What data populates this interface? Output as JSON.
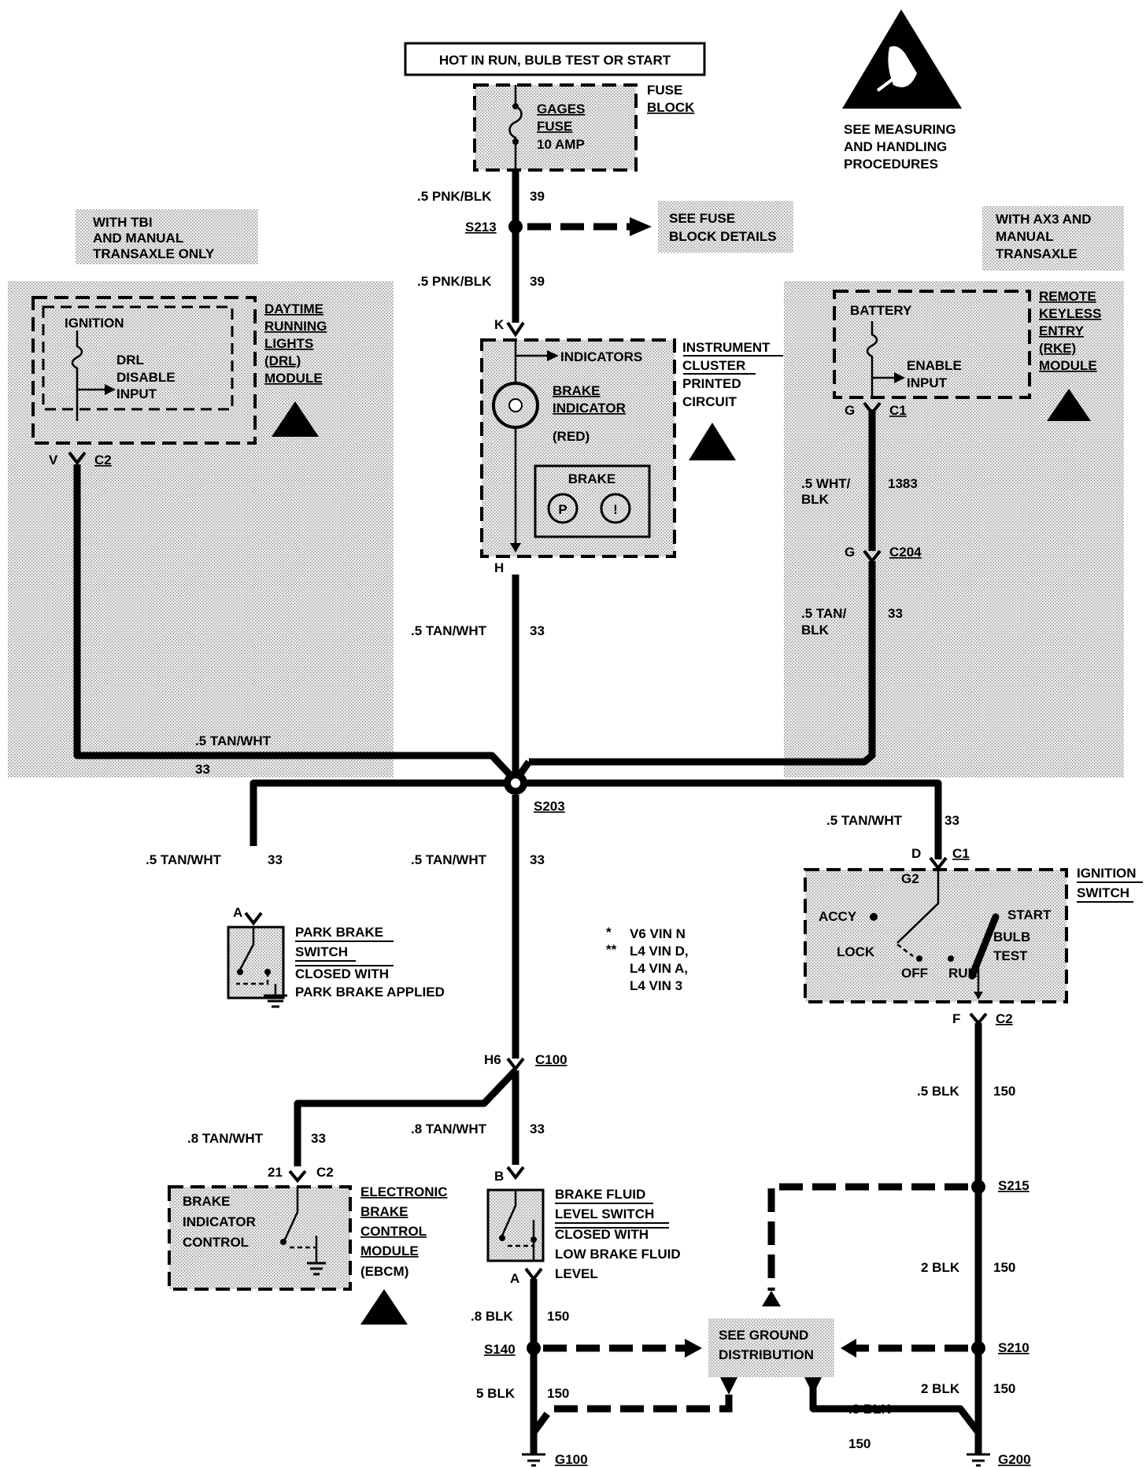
{
  "top_label": "HOT IN RUN, BULB TEST OR START",
  "fuse": {
    "name": "GAGES",
    "word": "FUSE",
    "rating": "10 AMP",
    "block1": "FUSE",
    "block2": "BLOCK"
  },
  "esd_note": [
    "SEE MEASURING",
    "AND HANDLING",
    "PROCEDURES"
  ],
  "notes": {
    "tbi": [
      "WITH TBI",
      "AND MANUAL",
      "TRANSAXLE ONLY"
    ],
    "ax3": [
      "WITH AX3 AND",
      "MANUAL",
      "TRANSAXLE"
    ],
    "fuse_details": [
      "SEE FUSE",
      "BLOCK DETAILS"
    ],
    "ground": [
      "SEE GROUND",
      "DISTRIBUTION"
    ],
    "legend": [
      "V6 VIN N",
      "L4 VIN D,",
      "L4 VIN A,",
      "L4 VIN 3"
    ]
  },
  "drl": {
    "title": [
      "DAYTIME",
      "RUNNING",
      "LIGHTS",
      "(DRL)",
      "MODULE"
    ],
    "ignition": "IGNITION",
    "input": [
      "DRL",
      "DISABLE",
      "INPUT"
    ],
    "pin": "V",
    "conn": "C2"
  },
  "rke": {
    "title": [
      "REMOTE",
      "KEYLESS",
      "ENTRY",
      "(RKE)",
      "MODULE"
    ],
    "battery": "BATTERY",
    "input": [
      "ENABLE",
      "INPUT"
    ],
    "pin": "G",
    "conn": "C1"
  },
  "cluster": {
    "title": [
      "INSTRUMENT",
      "CLUSTER",
      "PRINTED",
      "CIRCUIT"
    ],
    "indicators": "INDICATORS",
    "brake_ind": [
      "BRAKE",
      "INDICATOR",
      "(RED)"
    ],
    "brake_lamp": "BRAKE",
    "p": "P",
    "i": "!",
    "pin_top": "K",
    "pin_bot": "H"
  },
  "wires": {
    "w1": {
      "gauge": ".5 PNK/BLK",
      "circuit": "39"
    },
    "w2": {
      "gauge": ".5 PNK/BLK",
      "circuit": "39"
    },
    "w3": {
      "gauge": ".5 TAN/WHT",
      "circuit": "33"
    },
    "w4": {
      "gauge": ".5 WHT/",
      "gauge2": "BLK",
      "circuit": "1383"
    },
    "w5": {
      "gauge": ".5 TAN/",
      "gauge2": "BLK",
      "circuit": "33"
    },
    "w6": {
      "gauge": ".5 TAN/WHT",
      "circuit": "33"
    },
    "w7": {
      "gauge": ".5 TAN/WHT",
      "circuit": "33"
    },
    "w8": {
      "gauge": ".5 TAN/WHT",
      "circuit": "33"
    },
    "w9": {
      "gauge": ".5 TAN/WHT",
      "circuit": "33"
    },
    "w10": {
      "gauge": ".8 TAN/WHT",
      "circuit": "33"
    },
    "w11": {
      "gauge": ".8 TAN/WHT",
      "circuit": "33"
    },
    "w12": {
      "gauge": ".5 BLK",
      "circuit": "150"
    },
    "w13": {
      "gauge": "2 BLK",
      "circuit": "150"
    },
    "w14": {
      "gauge": ".8 BLK",
      "circuit": "150"
    },
    "w15": {
      "gauge": "5 BLK",
      "circuit": "150"
    },
    "w16": {
      "gauge": "2 BLK",
      "circuit": "150"
    },
    "w17": {
      "gauge": ".8 BLK",
      "circuit": "150"
    }
  },
  "splices": {
    "s213": "S213",
    "s203": "S203",
    "s140": "S140",
    "s210": "S210",
    "s215": "S215"
  },
  "connectors": {
    "c204": "C204",
    "c204pin": "G",
    "c100": "C100",
    "c100pin": "H6"
  },
  "grounds": {
    "g100": "G100",
    "g200": "G200"
  },
  "park": {
    "title": [
      "PARK BRAKE",
      "SWITCH"
    ],
    "desc": [
      "CLOSED WITH",
      "PARK BRAKE APPLIED"
    ],
    "pin": "A"
  },
  "ign": {
    "title": [
      "IGNITION",
      "SWITCH"
    ],
    "pin_d": "D",
    "conn_c1": "C1",
    "g2": "G2",
    "accy": "ACCY",
    "lock": "LOCK",
    "off": "OFF",
    "run": "RUN",
    "start": "START",
    "bulb": [
      "BULB",
      "TEST"
    ],
    "pin_f": "F",
    "conn_c2": "C2"
  },
  "ebcm": {
    "title": [
      "ELECTRONIC",
      "BRAKE",
      "CONTROL",
      "MODULE",
      "(EBCM)"
    ],
    "inner": [
      "BRAKE",
      "INDICATOR",
      "CONTROL"
    ],
    "pin": "21",
    "conn": "C2"
  },
  "bfl": {
    "title": [
      "BRAKE FLUID",
      "LEVEL SWITCH"
    ],
    "desc": [
      "CLOSED WITH",
      "LOW BRAKE FLUID",
      "LEVEL"
    ],
    "pin_b": "B",
    "pin_a": "A"
  }
}
